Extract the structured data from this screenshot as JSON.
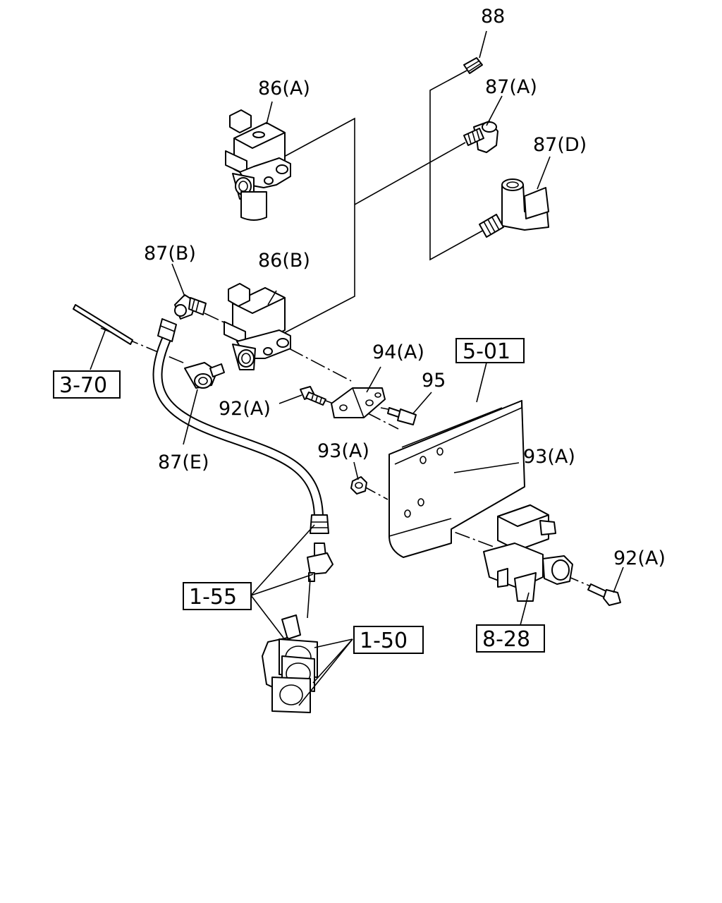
{
  "callouts": {
    "c88": "88",
    "c86a": "86(A)",
    "c87a": "87(A)",
    "c87d": "87(D)",
    "c87b": "87(B)",
    "c86b": "86(B)",
    "c94a": "94(A)",
    "c95": "95",
    "c92a_top": "92(A)",
    "c87e": "87(E)",
    "c93a_left": "93(A)",
    "c93a_right": "93(A)",
    "c92a_bottom": "92(A)"
  },
  "references": {
    "r501": "5-01",
    "r370": "3-70",
    "r155": "1-55",
    "r150": "1-50",
    "r828": "8-28"
  }
}
